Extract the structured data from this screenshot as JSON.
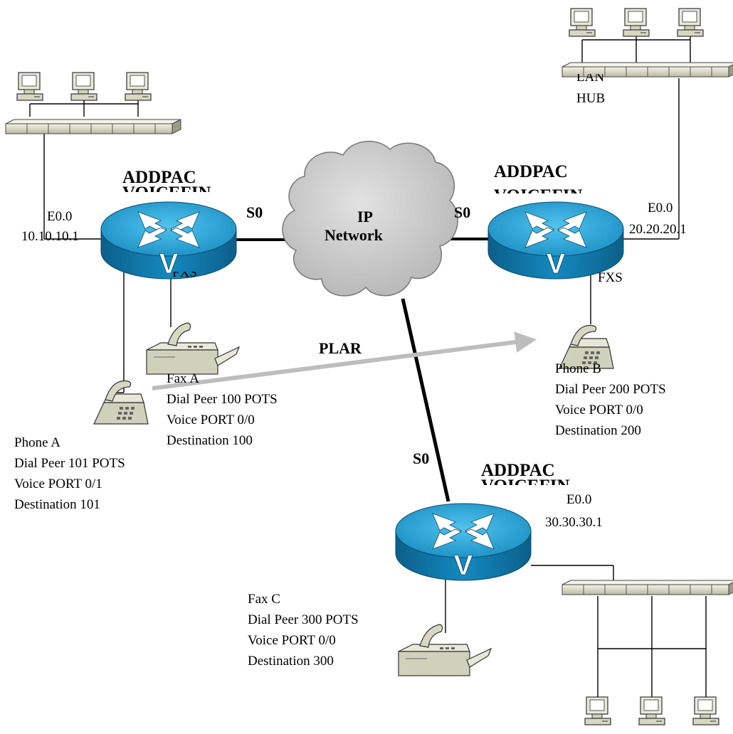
{
  "cloud": {
    "line1": "IP",
    "line2": "Network"
  },
  "routers": {
    "a": {
      "brand": "ADDPAC",
      "model": "VOICEFIN",
      "wan": "S0",
      "lan_port": "E0.0",
      "lan_ip": "10.10.10.1",
      "voice_iface": "FXS"
    },
    "b": {
      "brand": "ADDPAC",
      "model": "VOICEFIN",
      "wan": "S0",
      "lan_port": "E0.0",
      "lan_ip": "20.20.20.1",
      "voice_iface": "FXS"
    },
    "c": {
      "brand": "ADDPAC",
      "model": "VOICEFIN",
      "wan": "S0",
      "lan_port": "E0.0",
      "lan_ip": "30.30.30.1"
    }
  },
  "hub_label": {
    "line1": "LAN",
    "line2": "HUB"
  },
  "plar": "PLAR",
  "endpoints": {
    "fax_a": [
      "Fax A",
      "Dial Peer 100 POTS",
      "Voice PORT 0/0",
      "Destination 100"
    ],
    "phone_a": [
      "Phone A",
      "Dial Peer 101 POTS",
      "Voice PORT 0/1",
      "Destination 101"
    ],
    "phone_b": [
      "Phone B",
      "Dial Peer 200 POTS",
      "Voice PORT 0/0",
      "Destination 200"
    ],
    "fax_c": [
      "Fax C",
      "Dial Peer 300 POTS",
      "Voice PORT 0/0",
      "Destination 300"
    ]
  },
  "colors": {
    "router_top": "#2aa7d8",
    "router_side": "#0f73a3",
    "cloud": "#c9c9c9",
    "device": "#d6d8c2",
    "plar_arrow": "#bdbdbd"
  }
}
